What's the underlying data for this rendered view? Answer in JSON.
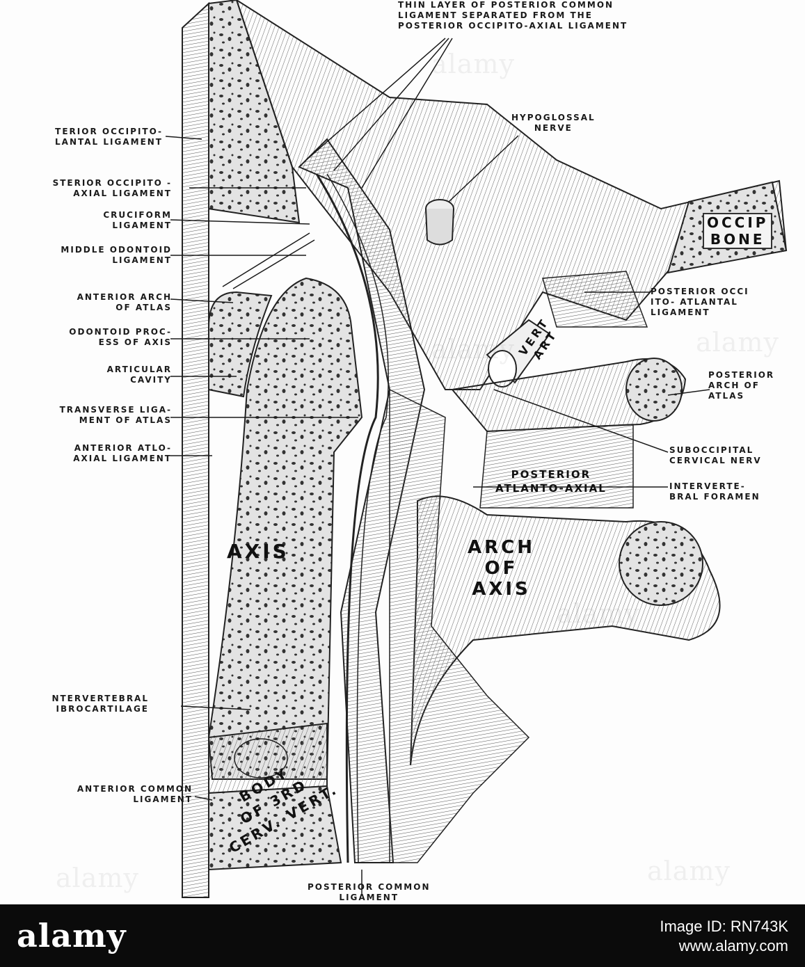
{
  "labels": {
    "thin_layer": [
      "THIN LAYER OF POSTERIOR COMMON",
      "LIGAMENT SEPARATED FROM THE",
      "POSTERIOR OCCIPITO-AXIAL LIGAMENT"
    ],
    "hypoglossal": [
      "HYPOGLOSSAL",
      "NERVE"
    ],
    "ant_occipito_atlantal": [
      "TERIOR OCCIPITO-",
      "LANTAL LIGAMENT"
    ],
    "post_occipito_axial": [
      "STERIOR OCCIPITO -",
      "AXIAL LIGAMENT"
    ],
    "cruciform": [
      "CRUCIFORM",
      "LIGAMENT"
    ],
    "middle_odontoid": [
      "MIDDLE ODONTOID",
      "LIGAMENT"
    ],
    "anterior_arch": [
      "ANTERIOR ARCH",
      "OF ATLAS"
    ],
    "odontoid_process": [
      "ODONTOID PROC-",
      "ESS OF AXIS"
    ],
    "articular_cavity": [
      "ARTICULAR",
      "CAVITY"
    ],
    "transverse_ligament": [
      "TRANSVERSE LIGA-",
      "MENT OF ATLAS"
    ],
    "ant_atlo_axial": [
      "ANTERIOR ATLO-",
      "AXIAL LIGAMENT"
    ],
    "intervertebral_fibro": [
      "NTERVERTEBRAL",
      "IBROCARTILAGE"
    ],
    "anterior_common": [
      "ANTERIOR COMMON",
      "LIGAMENT"
    ],
    "posterior_common": [
      "POSTERIOR COMMON",
      "LIGAMENT"
    ],
    "post_occipito_atlantal": [
      "POSTERIOR OCCI",
      "ITO- ATLANTAL",
      "LIGAMENT"
    ],
    "posterior_arch": [
      "POSTERIOR",
      "ARCH OF",
      "ATLAS"
    ],
    "suboccipital": [
      "SUBOCCIPITAL",
      "CERVICAL NERV"
    ],
    "intervertebral_foramen": [
      "INTERVERTE-",
      "BRAL FORAMEN"
    ]
  },
  "inner_labels": {
    "occip_bone": [
      "OCCIP",
      "BONE"
    ],
    "vert_art": [
      "VERT",
      "ART"
    ],
    "posterior_atlanto_axial": [
      "POSTERIOR",
      "ATLANTO-AXIAL"
    ],
    "axis": "AXIS",
    "arch_of_axis": [
      "ARCH",
      "OF",
      "AXIS"
    ],
    "body_3rd": [
      "BODY",
      "OF 3RD",
      "CERV. VERT."
    ]
  },
  "watermarks": [
    "alamy",
    "alamy",
    "alamy",
    "alamy",
    "alamy",
    "alamy"
  ],
  "footer": {
    "logo": "alamy",
    "image_id_line": "Image ID: RN743K",
    "url": "www.alamy.com"
  },
  "colors": {
    "ink": "#1a1a1a",
    "bone": "#d6d6d6",
    "ligament": "#c2c2c2",
    "footer_bg": "#0b0b0b"
  }
}
